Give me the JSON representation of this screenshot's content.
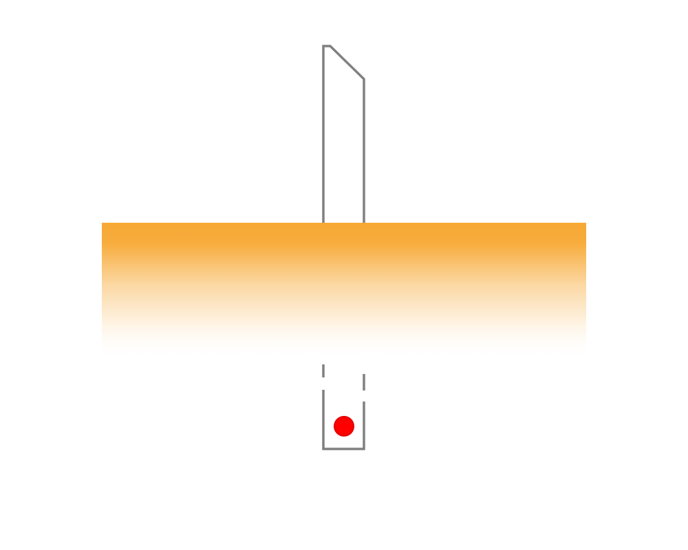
{
  "colors": {
    "background": "#ffffff",
    "band_top": "#f7a833",
    "band_bottom": "#ffffff",
    "probe_outline": "#808080",
    "probe_fill": "#ffffff",
    "marker": "#ff0000"
  },
  "elements": {
    "band": "gradient-band",
    "probe": "probe-outline",
    "marker": "red-dot-marker"
  }
}
